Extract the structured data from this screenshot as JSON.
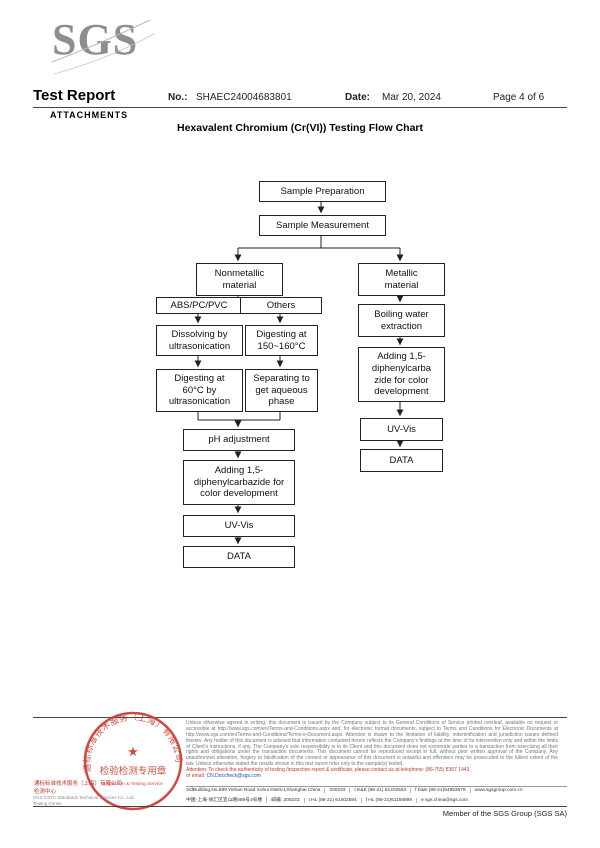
{
  "header": {
    "logo": "SGS",
    "report_title": "Test Report",
    "attachments": "ATTACHMENTS",
    "no_label": "No.:",
    "no_value": "SHAEC24004683801",
    "date_label": "Date:",
    "date_value": "Mar 20, 2024",
    "page": "Page 4 of 6",
    "chart_title": "Hexavalent Chromium (Cr(VI)) Testing Flow Chart"
  },
  "flowchart": {
    "sample_preparation": "Sample Preparation",
    "sample_measurement": "Sample Measurement",
    "nonmetallic": "Nonmetallic\nmaterial",
    "metallic": "Metallic\nmaterial",
    "abs_pc_pvc": "ABS/PC/PVC",
    "others": "Others",
    "dissolving": "Dissolving by\nultrasonication",
    "digesting_150": "Digesting at\n150~160°C",
    "digesting_60": "Digesting at\n60°C by\nultrasonication",
    "separating": "Separating to\nget aqueous\nphase",
    "ph_adjustment": "pH adjustment",
    "adding_left": "Adding 1,5-\ndiphenylcarbazide for\ncolor development",
    "uv_vis_left": "UV-Vis",
    "data_left": "DATA",
    "boiling": "Boiling water\nextraction",
    "adding_right": "Adding 1,5-\ndiphenylcarba\nzide for color\ndevelopment",
    "uv_vis_right": "UV-Vis",
    "data_right": "DATA"
  },
  "footer": {
    "disclaimer": "Unless otherwise agreed in writing, this document is issued by the Company subject to its General Conditions of Service printed overleaf, available on request or accessible at http://www.sgs.com/en/Terms-and-Conditions.aspx and, for electronic format documents, subject to Terms and Conditions for Electronic Documents at http://www.sgs.com/en/Terms-and-Conditions/Terms-e-Document.aspx. Attention is drawn to the limitation of liability, indemnification and jurisdiction issues defined therein. Any holder of this document is advised that information contained herein reflects the Company's findings at the time of its intervention only and within the limits of Client's instructions, if any. The Company's sole responsibility is to its Client and this document does not exonerate parties to a transaction from exercising all their rights and obligations under the transaction documents. This document cannot be reproduced except in full, without prior written approval of the Company. Any unauthorized alteration, forgery or falsification of the content or appearance of this document is unlawful and offenders may be prosecuted to the fullest extent of the law. Unless otherwise stated the results shown in this test report refer only to the sample(s) tested.",
    "attention_line1": "Attention: To check the authenticity of testing /inspection report & certificate, please contact us at telephone: (86-755) 8307 1443,",
    "attention_prefix": "or email: ",
    "attention_email": "CN.Doccheck@sgs.com",
    "address_en": "3rdBuilding,No.889 Yishan Road Xuhui District,Shanghai China",
    "postcode_en": "200233",
    "tel_en": "t E&E (86-21) 61402553",
    "fax_en": "f E&E (86-21)64953679",
    "web": "www.sgsgroup.com.cn",
    "address_cn": "中国·上海·徐汇区宜山路889号3号楼",
    "postcode_cn": "邮编: 200233",
    "tel_cn": "t HL (86-21) 61402594",
    "fax_cn": "f HL (86-21)61156899",
    "email": "e sgs.china@sgs.com",
    "member": "Member of the SGS Group (SGS SA)",
    "red_cn_1": "通标标准技术服务（上海）有限公司",
    "red_cn_2": "检测中心",
    "company_en_1": "SGS-CSTC Standards Technical Services Co., Ltd.",
    "company_en_2": "Testing Center",
    "stamp": {
      "arc_text": "通标标准技术服务（上海）有限公司",
      "star": "★",
      "line1": "检验检测专用章",
      "line2": "Inspection & Testing Service"
    }
  }
}
